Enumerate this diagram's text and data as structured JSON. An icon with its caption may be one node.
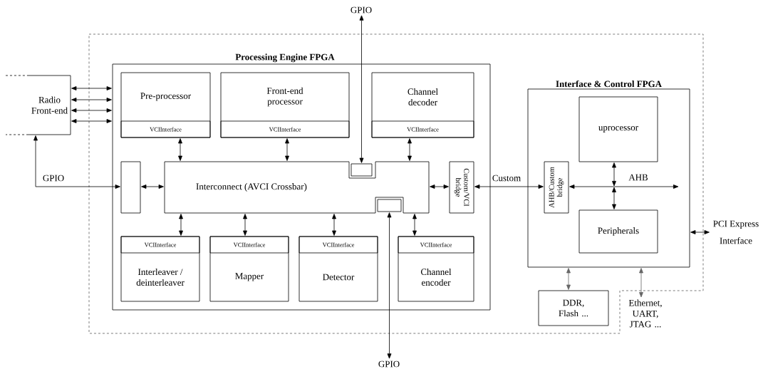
{
  "diagram": {
    "nodes": [
      {
        "text": [
          "Radio Front-end"
        ]
      },
      {
        "text": [
          "Processing Engine FPGA"
        ]
      },
      {
        "text": [
          "Pre-processor"
        ],
        "in": 1
      },
      {
        "text": [
          "VCIInterface"
        ],
        "in": 2
      },
      {
        "text": [
          "Front-end processor"
        ],
        "in": 1
      },
      {
        "text": [
          "VCIInterface"
        ],
        "in": 4
      },
      {
        "text": [
          "Channel decoder"
        ],
        "in": 1
      },
      {
        "text": [
          "VCIInterface"
        ],
        "in": 6
      },
      {
        "text": [],
        "shape": "box",
        "in": 1
      },
      {
        "text": [
          "Interconnect (AVCI Crossbar)"
        ],
        "in": 1
      },
      {
        "text": [],
        "shape": "box",
        "in": 9
      },
      {
        "text": [],
        "shape": "box",
        "in": 9
      },
      {
        "text": [
          "Custom/VCI bridge"
        ],
        "in": 1
      },
      {
        "text": [
          "Interleaver / deinterleaver"
        ],
        "in": 1
      },
      {
        "text": [
          "VCIInterface"
        ],
        "in": 13
      },
      {
        "text": [
          "Mapper"
        ],
        "in": 1
      },
      {
        "text": [
          "VCIInterface"
        ],
        "in": 15
      },
      {
        "text": [
          "Detector"
        ],
        "in": 1
      },
      {
        "text": [
          "VCIInterface"
        ],
        "in": 17
      },
      {
        "text": [
          "Channel encoder"
        ],
        "in": 1
      },
      {
        "text": [
          "VCIInterface"
        ],
        "in": 19
      },
      {
        "text": [
          "Interface & Control FPGA"
        ]
      },
      {
        "text": [
          "uprocessor"
        ],
        "in": 21
      },
      {
        "text": [
          "AHB/Custom bridge"
        ],
        "in": 21
      },
      {
        "text": [
          "Peripherals"
        ],
        "in": 21
      },
      {
        "text": [
          "DDR, Flash ..."
        ]
      },
      {
        "text": [
          "Ethernet, UART, JTAG ..."
        ]
      },
      {
        "text": [
          "GPIO"
        ]
      },
      {
        "text": [
          "GPIO"
        ]
      },
      {
        "text": [
          "PCI Express",
          "Interface"
        ]
      }
    ],
    "edges": [
      {
        "from": 0,
        "to": 1,
        "arrow": "both"
      },
      {
        "from": 0,
        "to": 1,
        "arrow": "both"
      },
      {
        "from": 0,
        "to": 1,
        "arrow": "both"
      },
      {
        "from": 0,
        "to": 1,
        "arrow": "both"
      },
      {
        "from": 0,
        "to": 8,
        "arrow": "both",
        "label": "GPIO"
      },
      {
        "from": 8,
        "to": 9,
        "arrow": "both"
      },
      {
        "from": 3,
        "to": 9,
        "arrow": "both"
      },
      {
        "from": 5,
        "to": 9,
        "arrow": "both"
      },
      {
        "from": 7,
        "to": 9,
        "arrow": "both"
      },
      {
        "from": 9,
        "to": 14,
        "arrow": "both"
      },
      {
        "from": 9,
        "to": 16,
        "arrow": "both"
      },
      {
        "from": 9,
        "to": 18,
        "arrow": "both"
      },
      {
        "from": 9,
        "to": 20,
        "arrow": "both"
      },
      {
        "from": 27,
        "to": 10,
        "arrow": "both"
      },
      {
        "from": 11,
        "to": 28,
        "arrow": "both"
      },
      {
        "from": 9,
        "to": 12,
        "arrow": "both"
      },
      {
        "from": 12,
        "to": 23,
        "arrow": "both",
        "label": "Custom"
      },
      {
        "from": 23,
        "to": null,
        "arrow": "both",
        "label": "AHB"
      },
      {
        "from": 22,
        "to": null,
        "arrow": "both"
      },
      {
        "from": 24,
        "to": null,
        "arrow": "both"
      },
      {
        "from": 21,
        "to": 25,
        "arrow": "both",
        "color": "#666666"
      },
      {
        "from": 21,
        "to": 26,
        "arrow": "both",
        "color": "#666666"
      },
      {
        "from": 21,
        "to": 29,
        "arrow": "both"
      }
    ]
  }
}
